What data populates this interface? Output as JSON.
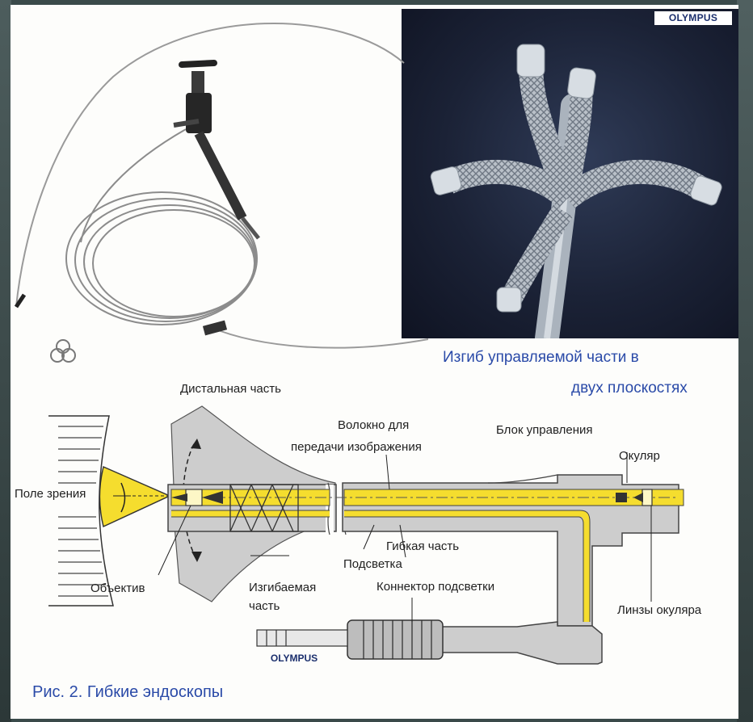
{
  "brand": {
    "photo_logo": "OLYMPUS",
    "connector_logo": "OLYMPUS"
  },
  "labels": {
    "bending_caption_1": "Изгиб управляемой части в",
    "bending_caption_2": "двух плоскостях",
    "distal_part": "Дистальная часть",
    "fiber_1": "Волокно для",
    "fiber_2": "передачи изображения",
    "control_block": "Блок управления",
    "eyepiece": "Окуляр",
    "field_of_view": "Поле зрения",
    "flexible_part": "Гибкая часть",
    "illumination": "Подсветка",
    "objective": "Объектив",
    "bendable_1": "Изгибаемая",
    "bendable_2": "часть",
    "light_connector": "Коннектор подсветки",
    "eyepiece_lenses": "Линзы окуляра"
  },
  "figure_caption": "Рис. 2. Гибкие эндоскопы",
  "colors": {
    "accent_yellow": "#f5dd2e",
    "body_gray": "#cdcdcd",
    "caption_blue": "#2a4aa8",
    "photo_dark": "#1b2236"
  }
}
